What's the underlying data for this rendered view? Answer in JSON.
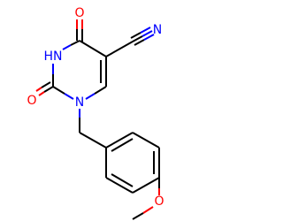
{
  "atoms": {
    "o_top": {
      "label": "O",
      "color": "#ff0000"
    },
    "nh": {
      "label": "HN",
      "color": "#0000ff"
    },
    "o_left": {
      "label": "O",
      "color": "#ff0000"
    },
    "n1": {
      "label": "N",
      "color": "#0000ff"
    },
    "n_nitrile": {
      "label": "N",
      "color": "#0000ff"
    },
    "o_methoxy": {
      "label": "O",
      "color": "#ff0000"
    }
  }
}
